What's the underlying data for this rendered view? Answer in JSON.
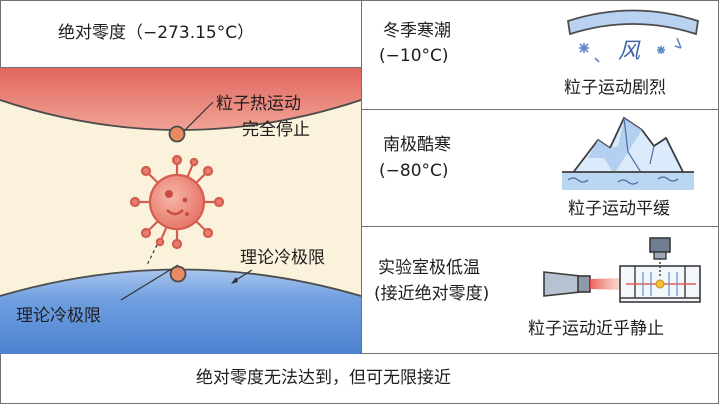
{
  "left_panel": {
    "title": "绝对零度（−273.15°C）",
    "particle_label_line1": "粒子热运动",
    "particle_label_line2": "完全停止",
    "limit_label_inner": "理论冷极限",
    "limit_label_bottom": "理论冷极限"
  },
  "right_panels": [
    {
      "title_line1": "冬季寒潮",
      "title_line2": "(−10°C)",
      "caption": "粒子运动剧烈",
      "icon_text": "风",
      "icon": "wind-snow-icon"
    },
    {
      "title_line1": "南极酷寒",
      "title_line2": "(−80°C)",
      "caption": "粒子运动平缓",
      "icon": "iceberg-icon"
    },
    {
      "title_line1": "实验室极低温",
      "title_line2": "(接近绝对零度)",
      "caption": "粒子运动近乎静止",
      "icon": "laser-cooling-apparatus-icon"
    }
  ],
  "footer": {
    "text": "绝对零度无法达到，但可无限接近"
  },
  "colors": {
    "warm_band": "#e4736a",
    "cool_band": "#5b8ed8",
    "cream": "#fbf2dc",
    "particle": "#e77d6e"
  }
}
